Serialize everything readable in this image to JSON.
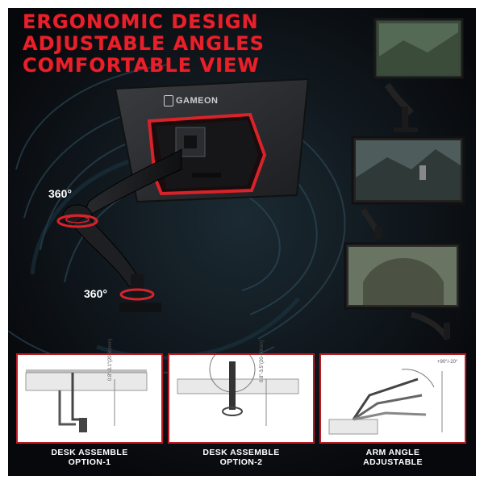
{
  "headline": {
    "line1": "ERGONOMIC DESIGN",
    "line2": "ADJUSTABLE ANGLES",
    "line3": "COMFORTABLE VIEW"
  },
  "brand": {
    "logo_text": "GAMEON"
  },
  "rotation_labels": {
    "top": "360°",
    "bottom": "360°"
  },
  "panels": [
    {
      "caption_line1": "DESK ASSEMBLE",
      "caption_line2": "OPTION-1",
      "dimension_text": "0.8\"-3.1\"(20-80mm)"
    },
    {
      "caption_line1": "DESK ASSEMBLE",
      "caption_line2": "OPTION-2",
      "dimension_text": "0.8\"-3.5\"(20-90mm)"
    },
    {
      "caption_line1": "ARM ANGLE",
      "caption_line2": "ADJUSTABLE",
      "dimension_text": "+90°/-20°"
    }
  ],
  "colors": {
    "accent_red": "#e8202c",
    "background": "#07080b",
    "panel_border": "#b81d25"
  }
}
